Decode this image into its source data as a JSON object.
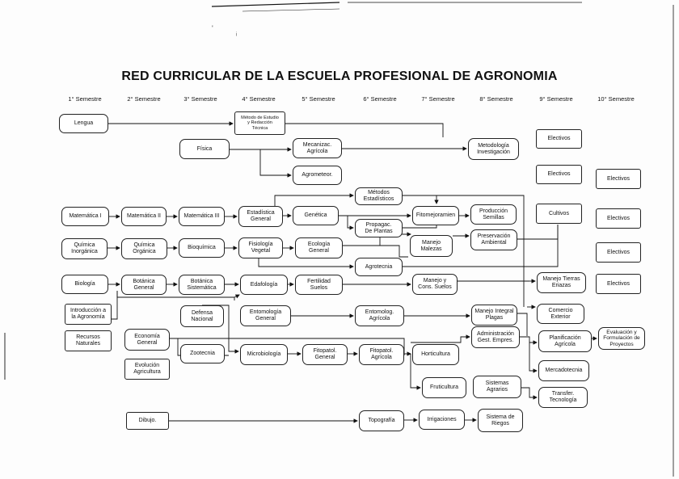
{
  "title": "RED CURRICULAR DE LA ESCUELA PROFESIONAL DE AGRONOMIA",
  "semesters": [
    "1° Semestre",
    "2° Semestre",
    "3° Semestre",
    "4° Semestre",
    "5° Semestre",
    "6° Semestre",
    "7° Semestre",
    "8° Semestre",
    "9° Semestre",
    "10° Semestre"
  ],
  "courses": {
    "lengua": "Lengua",
    "metodo": "Método de Estudio\ny Redacción\nTécnica",
    "fisica": "Física",
    "mecanizac": "Mecanizac.\nAgrícola",
    "agrometeor": "Agrometeor.",
    "metodologia": "Metodología\nInvestigación",
    "metodos_est": "Métodos\nEstadísticos",
    "mat1": "Matemática I",
    "mat2": "Matemática II",
    "mat3": "Matemática III",
    "estadistica": "Estadística\nGeneral",
    "genetica": "Genética",
    "fitomejoramiento": "Fitomejoramien",
    "produccion": "Producción\nSemillas",
    "propagac": "Propagac.\nDe Plantas",
    "quim_inorg": "Química\nInorgánica",
    "quim_org": "Química\nOrgánica",
    "bioquimica": "Bioquímica",
    "fisiologia": "Fisiología\nVegetal",
    "ecologia": "Ecología\nGeneral",
    "manejo_malezas": "Manejo\nMalezas",
    "preservacion": "Preservación\nAmbiental",
    "agrotecnia": "Agrotecnia",
    "biologia": "Biología",
    "botanica_gral": "Botánica\nGeneral",
    "botanica_sist": "Botánica\nSistemática",
    "edafologia": "Edafología",
    "fertilidad": "Fertilidad\nSuelos",
    "manejo_suelos": "Manejo y\nCons. Suelos",
    "manejo_tierras": "Manejo Tierras\nEriazas",
    "intro_agro": "Introducción a\nla Agronomía",
    "defensa": "Defensa\nNacional",
    "entomologia_gral": "Entomología\nGeneral",
    "entomolog_agr": "Entomolog.\nAgrícola",
    "manejo_plagas": "Manejo Integral\nPlagas",
    "comercio": "Comercio\nExterior",
    "recursos": "Recursos\nNaturales",
    "economia": "Economía\nGeneral",
    "zootecnia": "Zootecnia",
    "microbiologia": "Microbiología",
    "fitopatol_gral": "Fitopatol.\nGeneral",
    "fitopatol_agr": "Fitopatol.\nAgrícola",
    "horticultura": "Horticultura",
    "administracion": "Administración\nGest. Empres.",
    "planificacion": "Planificación\nAgrícola",
    "evaluacion": "Evaluación y\nFormulación de\nProyectos",
    "evolucion": "Evolución\nAgricultura",
    "mercadotecnia": "Mercadotecnia",
    "fruticultura": "Fruticultura",
    "sistemas_agr": "Sistemas\nAgrarios",
    "transfer": "Transfer.\nTecnología",
    "dibujo": "Dibujo.",
    "topografia": "Topografía",
    "irrigaciones": "Irrigaciones",
    "sistema_riegos": "Sistema de\nRiegos",
    "cultivos": "Cultivos",
    "electivos": "Electivos"
  }
}
